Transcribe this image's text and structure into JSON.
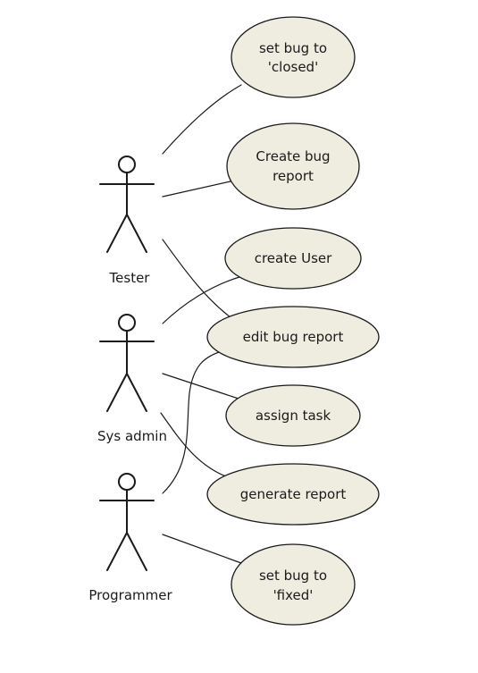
{
  "actors": [
    {
      "id": "tester",
      "name": "Tester"
    },
    {
      "id": "sysadmin",
      "name": "Sys admin"
    },
    {
      "id": "programmer",
      "name": "Programmer"
    }
  ],
  "use_cases": [
    {
      "id": "set-bug-closed",
      "lines": [
        "set bug to",
        "'closed'"
      ]
    },
    {
      "id": "create-bug-report",
      "lines": [
        "Create bug",
        "report"
      ]
    },
    {
      "id": "create-user",
      "lines": [
        "create User"
      ]
    },
    {
      "id": "edit-bug-report",
      "lines": [
        "edit bug report"
      ]
    },
    {
      "id": "assign-task",
      "lines": [
        "assign task"
      ]
    },
    {
      "id": "generate-report",
      "lines": [
        "generate report"
      ]
    },
    {
      "id": "set-bug-fixed",
      "lines": [
        "set bug to",
        "'fixed'"
      ]
    }
  ],
  "associations": [
    {
      "actor": "tester",
      "use_case": "set-bug-closed"
    },
    {
      "actor": "tester",
      "use_case": "create-bug-report"
    },
    {
      "actor": "tester",
      "use_case": "edit-bug-report"
    },
    {
      "actor": "sysadmin",
      "use_case": "create-user"
    },
    {
      "actor": "sysadmin",
      "use_case": "assign-task"
    },
    {
      "actor": "sysadmin",
      "use_case": "generate-report"
    },
    {
      "actor": "programmer",
      "use_case": "edit-bug-report"
    },
    {
      "actor": "programmer",
      "use_case": "set-bug-fixed"
    }
  ]
}
